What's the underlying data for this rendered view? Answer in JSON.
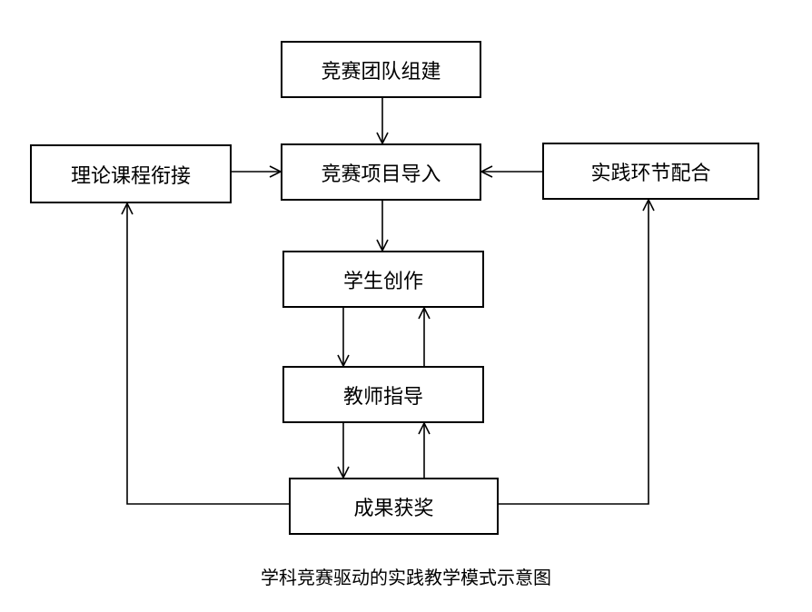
{
  "diagram": {
    "nodes": {
      "team": "竞赛团队组建",
      "project": "竞赛项目导入",
      "theory": "理论课程衔接",
      "practice": "实践环节配合",
      "create": "学生创作",
      "guide": "教师指导",
      "award": "成果获奖"
    },
    "caption": "学科竞赛驱动的实践教学模式示意图"
  }
}
